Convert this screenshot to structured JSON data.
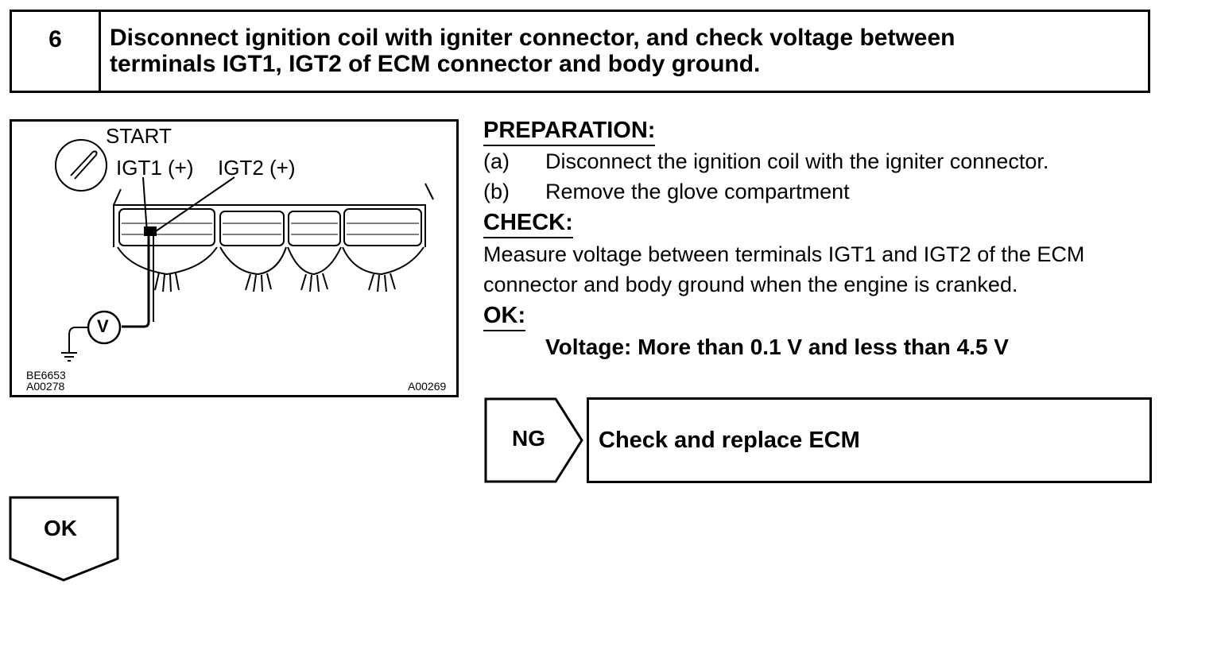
{
  "step": {
    "number": "6",
    "title_line1": "Disconnect ignition coil with igniter connector, and check voltage between",
    "title_line2": "terminals IGT1, IGT2 of ECM connector and body ground."
  },
  "figure": {
    "start_label": "START",
    "igt1_label": "IGT1 (+)",
    "igt2_label": "IGT2 (+)",
    "meter_label": "V",
    "code_top": "BE6653",
    "code_bottom": "A00278",
    "code_right": "A00269",
    "icon": "ignition-key-icon"
  },
  "preparation": {
    "heading": "PREPARATION:",
    "items": [
      {
        "marker": "(a)",
        "text": "Disconnect the ignition coil with the igniter connector."
      },
      {
        "marker": "(b)",
        "text": "Remove the glove compartment"
      }
    ]
  },
  "check": {
    "heading": "CHECK:",
    "line1": "Measure voltage between terminals IGT1 and IGT2 of the ECM",
    "line2": "connector and body ground when the engine is cranked."
  },
  "ok": {
    "heading": "OK:",
    "spec": "Voltage: More than 0.1 V and less than 4.5 V"
  },
  "ng_branch": {
    "label": "NG",
    "result": "Check and replace ECM"
  },
  "ok_branch": {
    "label": "OK"
  }
}
